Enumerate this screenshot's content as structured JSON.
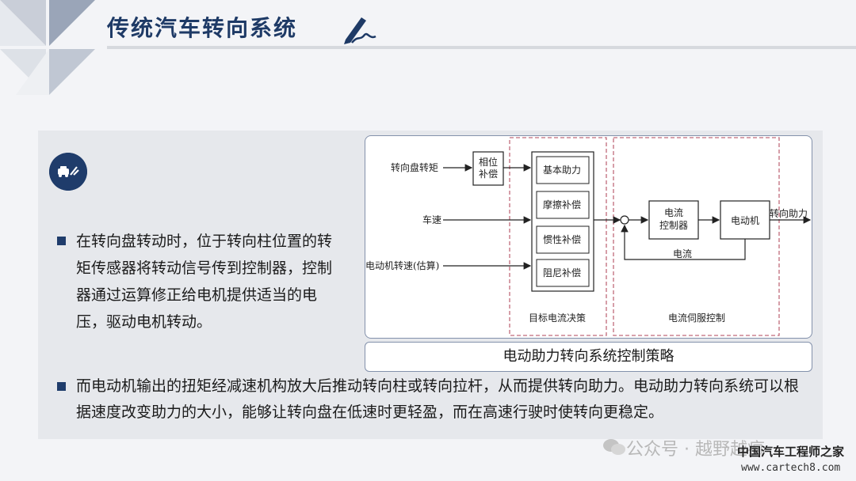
{
  "header": {
    "title": "传统汽车转向系统"
  },
  "icons": {
    "corner": "geometric-triangles-decoration",
    "pen": "pen-icon",
    "badge": "car-tow-icon",
    "watermark": "wechat-icon"
  },
  "colors": {
    "navy": "#1f3c6b",
    "accent_dash": "#c06a7a",
    "panel": "#e6e8ec"
  },
  "bullets": [
    {
      "text": "在转向盘转动时，位于转向柱位置的转矩传感器将转动信号传到控制器，控制器通过运算修正给电机提供适当的电压，驱动电机转动。"
    },
    {
      "text": "而电动机输出的扭矩经减速机构放大后推动转向柱或转向拉杆，从而提供转向助力。电动助力转向系统可以根据速度改变助力的大小，能够让转向盘在低速时更轻盈，而在高速行驶时使转向更稳定。"
    }
  ],
  "diagram": {
    "inputs": [
      "转向盘转矩",
      "车速",
      "电动机转速(估算)"
    ],
    "phase_block": "相位补偿",
    "phase_block_lines": [
      "相位",
      "补偿"
    ],
    "comp_blocks": [
      "基本助力",
      "摩擦补偿",
      "惯性补偿",
      "阻尼补偿"
    ],
    "controller": "电流控制器",
    "controller_lines": [
      "电流",
      "控制器"
    ],
    "motor": "电动机",
    "output": "转向助力",
    "feedback": "电流",
    "region_labels": [
      "目标电流决策",
      "电流伺服控制"
    ],
    "caption": "电动助力转向系统控制策略"
  },
  "watermark": {
    "account": "公众号 · 越野越疯",
    "site_name": "中国汽车工程师之家",
    "site_url": "www.cartech8.com"
  }
}
